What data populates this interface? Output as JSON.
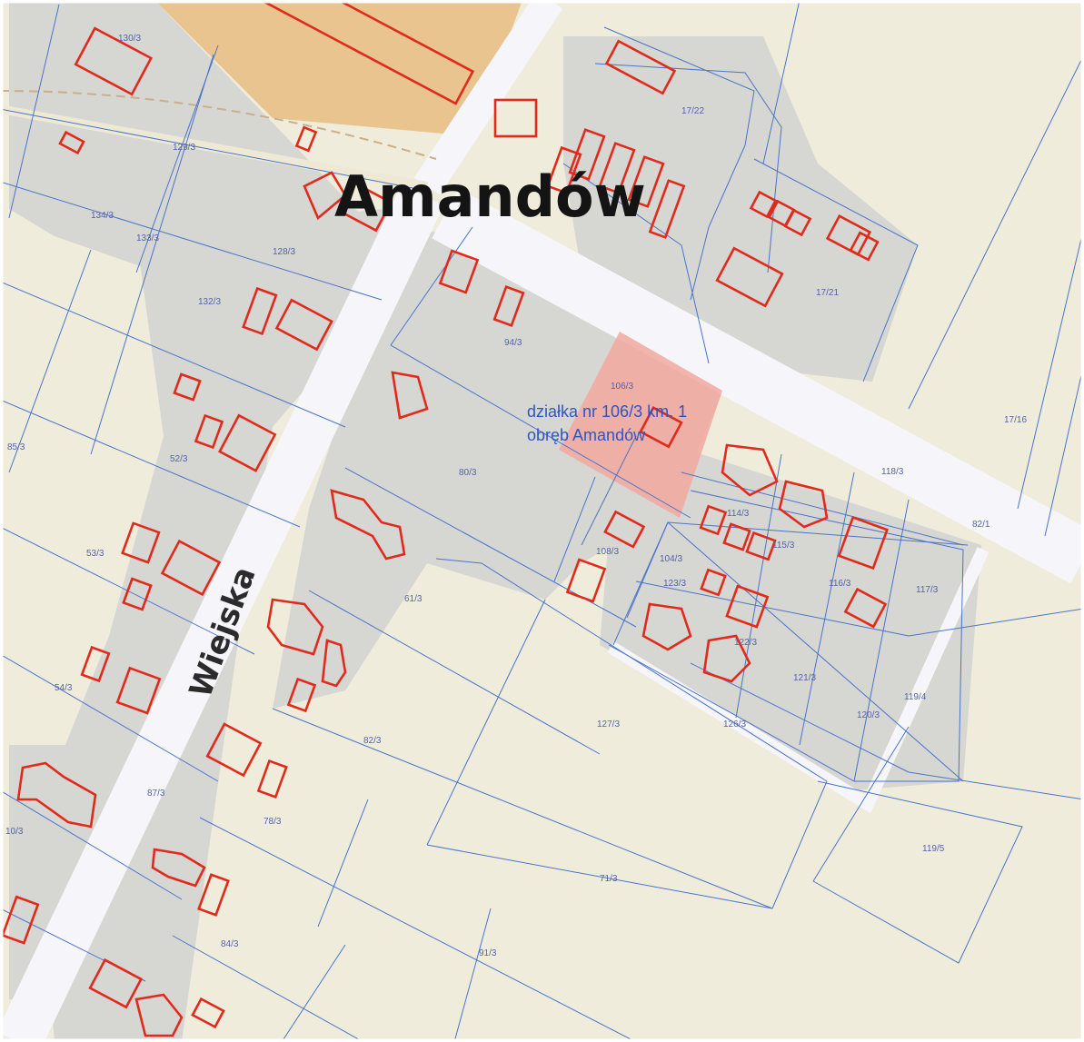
{
  "map": {
    "town_label": "Amandów",
    "street_label": "Wiejska",
    "annotation": {
      "line1": "działka nr 106/3 km. 1",
      "line2": "obręb Amandów"
    },
    "highlight_color": "#f2a8a0",
    "building_color": "#e02a1c",
    "parcel_line_color": "#4a74c8",
    "parcels": [
      "130/3",
      "129/3",
      "134/3",
      "133/3",
      "128/3",
      "132/3",
      "17/22",
      "17/21",
      "17/16",
      "94/3",
      "106/3",
      "85/3",
      "52/3",
      "80/3",
      "53/3",
      "61/3",
      "108/3",
      "114/3",
      "115/3",
      "116/3",
      "117/3",
      "118/3",
      "104/3",
      "123/3",
      "122/3",
      "121/3",
      "120/3",
      "119/4",
      "82/1",
      "54/3",
      "82/3",
      "127/3",
      "126/3",
      "87/3",
      "78/3",
      "119/5",
      "71/3",
      "84/3",
      "91/3",
      "10/3"
    ]
  }
}
